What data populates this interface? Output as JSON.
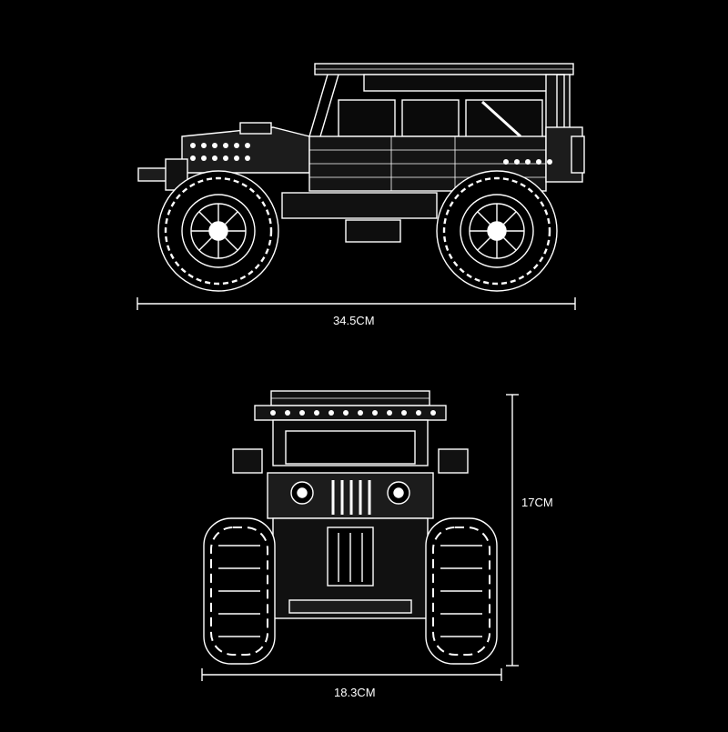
{
  "dimensions": {
    "length": "34.5CM",
    "height": "17CM",
    "width": "18.3CM"
  },
  "colors": {
    "background": "#000000",
    "line": "#ffffff",
    "fill": "#1c1c1c"
  }
}
